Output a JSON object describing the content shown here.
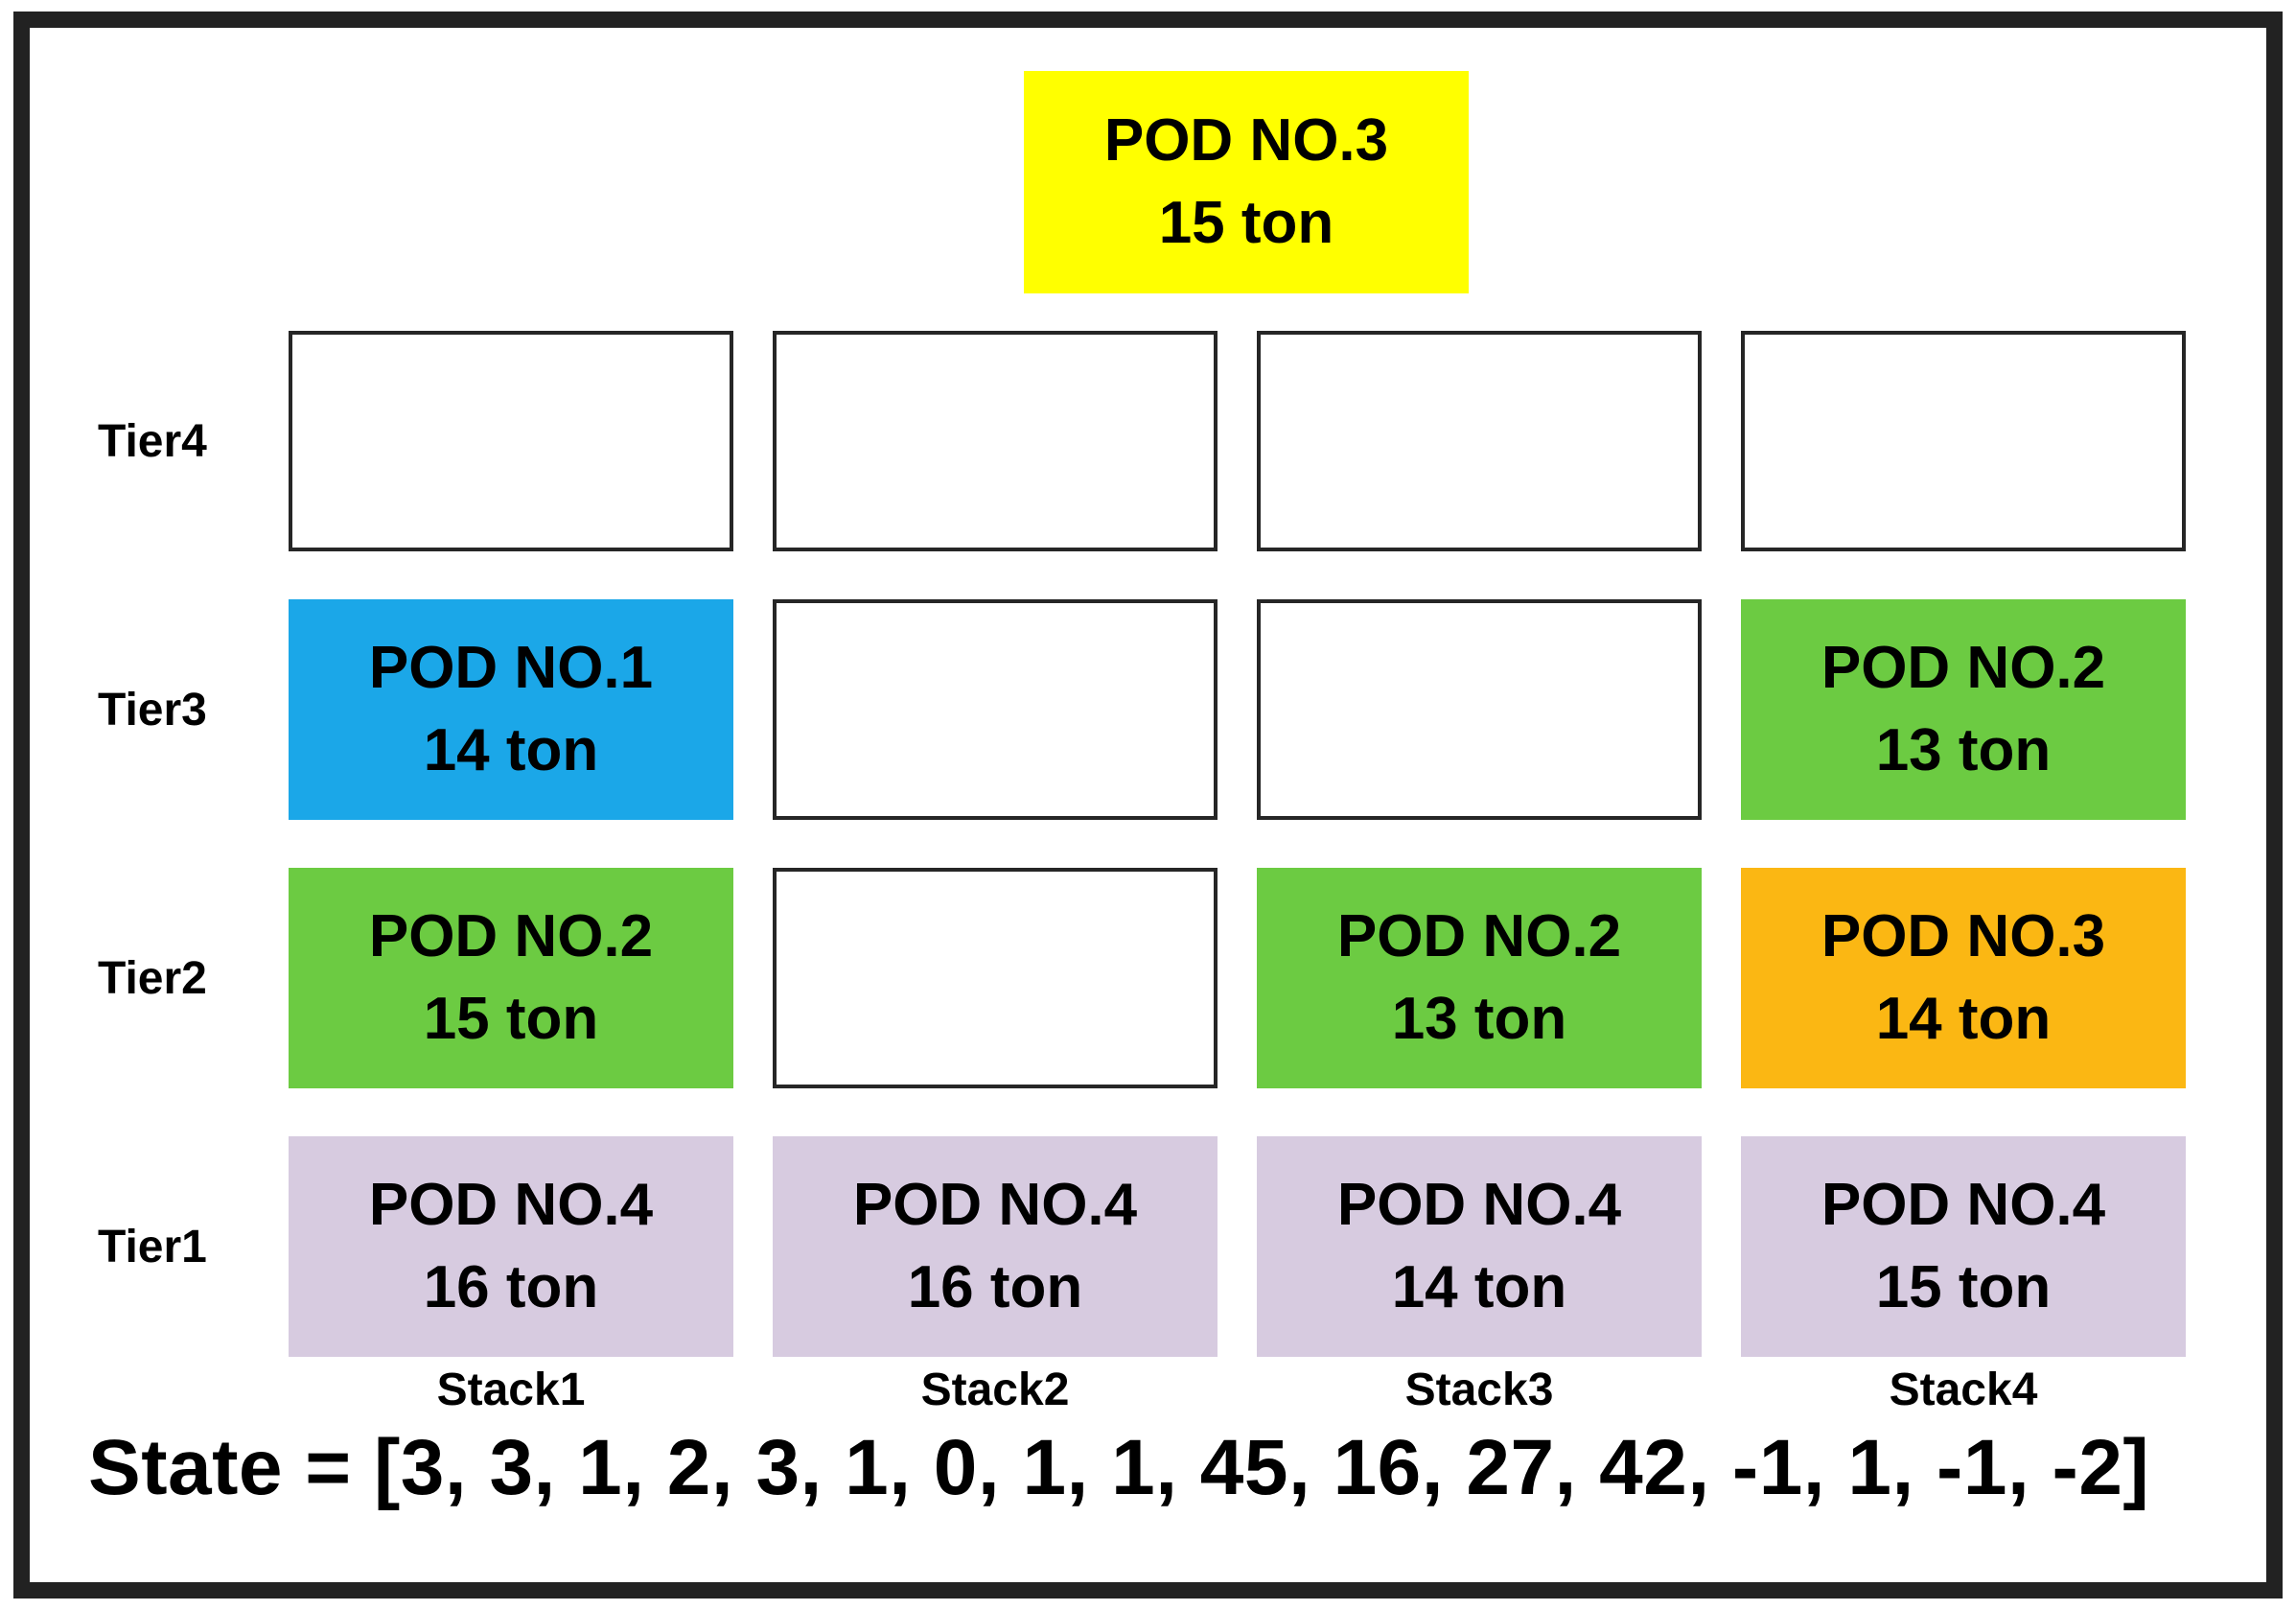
{
  "incoming_pod": {
    "label": "POD NO.3",
    "weight": "15 ton",
    "color": "#FFFF00"
  },
  "tier_labels": [
    "Tier4",
    "Tier3",
    "Tier2",
    "Tier1"
  ],
  "stack_labels": [
    "Stack1",
    "Stack2",
    "Stack3",
    "Stack4"
  ],
  "grid": [
    [
      null,
      null,
      null,
      null
    ],
    [
      {
        "label": "POD NO.1",
        "weight": "14 ton",
        "color": "#1BA7E8"
      },
      null,
      null,
      {
        "label": "POD NO.2",
        "weight": "13 ton",
        "color": "#6CCB42"
      }
    ],
    [
      {
        "label": "POD NO.2",
        "weight": "15 ton",
        "color": "#6CCB42"
      },
      null,
      {
        "label": "POD NO.2",
        "weight": "13 ton",
        "color": "#6CCB42"
      },
      {
        "label": "POD NO.3",
        "weight": "14 ton",
        "color": "#FBB713"
      }
    ],
    [
      {
        "label": "POD NO.4",
        "weight": "16 ton",
        "color": "#D7CBE0"
      },
      {
        "label": "POD NO.4",
        "weight": "16 ton",
        "color": "#D7CBE0"
      },
      {
        "label": "POD NO.4",
        "weight": "14 ton",
        "color": "#D7CBE0"
      },
      {
        "label": "POD NO.4",
        "weight": "15 ton",
        "color": "#D7CBE0"
      }
    ]
  ],
  "state_line": "State = [3, 3, 1, 2, 3, 1, 0, 1, 1, 45, 16, 27, 42, -1, 1, -1, -2]",
  "colors": {
    "frame_border": "#222222",
    "empty_cell_border": "#262626",
    "text": "#000000",
    "background": "#FFFFFF"
  }
}
